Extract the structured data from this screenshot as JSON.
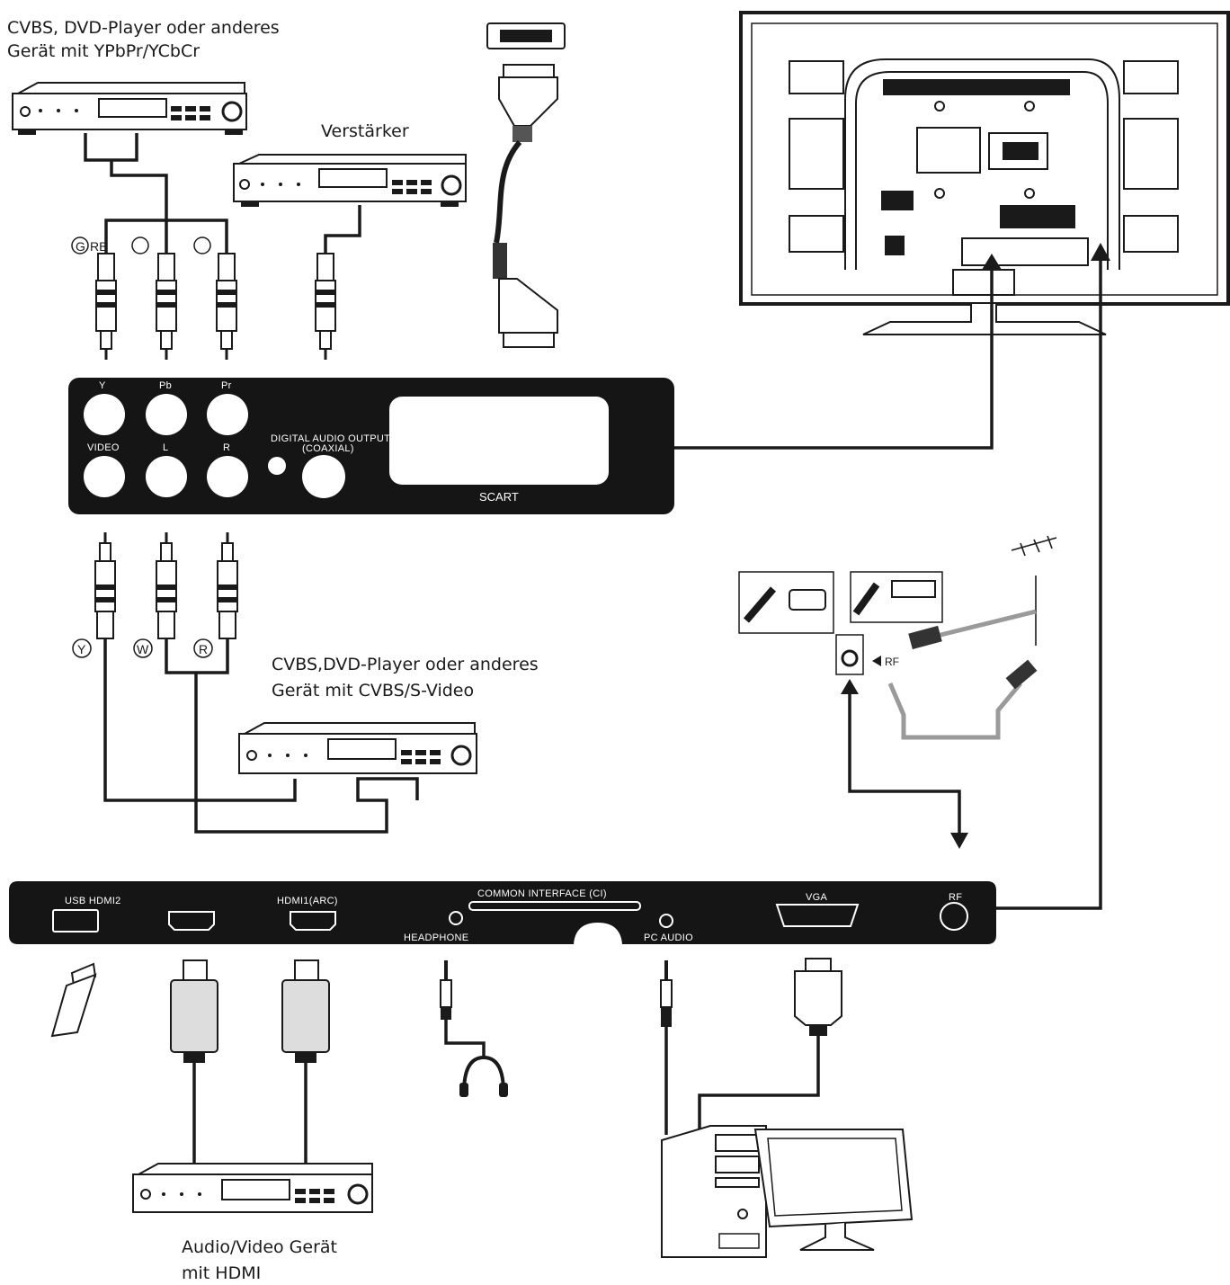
{
  "captions": {
    "ypbpr_device_line1": "CVBS, DVD-Player oder anderes",
    "ypbpr_device_line2": "Gerät mit YPbPr/YCbCr",
    "amplifier": "Verstärker",
    "cvbs_device_line1": "CVBS,DVD-Player oder anderes",
    "cvbs_device_line2": "Gerät mit CVBS/S-Video",
    "hdmi_device_line1": "Audio/Video Gerät",
    "hdmi_device_line2": "mit HDMI"
  },
  "component_labels": {
    "g": "G",
    "rb": "RB"
  },
  "cvbs_labels": {
    "y": "Y",
    "w": "W",
    "r": "R"
  },
  "side_panel": {
    "y": "Y",
    "pb": "Pb",
    "pr": "Pr",
    "video": "VIDEO",
    "l": "L",
    "r": "R",
    "digital_audio_line1": "DIGITAL AUDIO OUTPUT",
    "digital_audio_line2": "(COAXIAL)",
    "scart": "SCART"
  },
  "bottom_panel": {
    "usb_hdmi2": "USB HDMI2",
    "hdmi1_arc": "HDMI1(ARC)",
    "ci": "COMMON INTERFACE (CI)",
    "headphone": "HEADPHONE",
    "pc_audio": "PC AUDIO",
    "vga": "VGA",
    "rf": "RF"
  },
  "antenna": {
    "rf": "RF"
  },
  "colors": {
    "ink": "#1a1a1a",
    "panel": "#151515",
    "paper": "#ffffff",
    "grey": "#9a9a9a"
  }
}
